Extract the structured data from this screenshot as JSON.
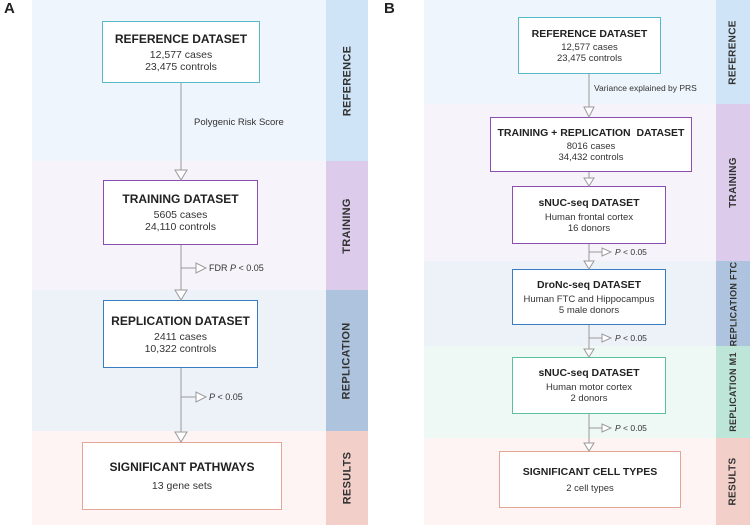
{
  "colors": {
    "reference": "#dcecfa",
    "reference_side": "#c5e0f5",
    "training": "#f4eff9",
    "training_side": "#dcc9ec",
    "replication": "#e8eef7",
    "replication_side": "#a9c1dc",
    "results": "#fbeeee",
    "results_side": "#f0cdc8",
    "replication_m1": "#e2f4ee",
    "replication_m1_side": "#b5e2d4",
    "box_reference": "#55b9c9",
    "box_training": "#8a4db0",
    "box_replication": "#3a7cc0",
    "box_results": "#e0a090",
    "box_m1": "#5cc0a0",
    "arrow": "#999999"
  },
  "panel_a": {
    "letter": "A",
    "sides": {
      "reference": "REFERENCE",
      "training": "TRAINING",
      "replication": "REPLICATION",
      "results": "RESULTS"
    },
    "reference_box": {
      "title": "REFERENCE DATASET",
      "line1": "12,577 cases",
      "line2": "23,475 controls"
    },
    "arrow1_label": "Polygenic Risk Score",
    "training_box": {
      "title": "TRAINING DATASET",
      "line1": "5605 cases",
      "line2": "24,110 controls"
    },
    "arrow2_label_prefix": "FDR ",
    "arrow2_label_italic": "P",
    "arrow2_label_suffix": " < 0.05",
    "replication_box": {
      "title": "REPLICATION DATASET",
      "line1": "2411 cases",
      "line2": "10,322 controls"
    },
    "arrow3_label_italic": "P",
    "arrow3_label_suffix": " < 0.05",
    "results_box": {
      "title": "SIGNIFICANT PATHWAYS",
      "line1": "13 gene sets"
    }
  },
  "panel_b": {
    "letter": "B",
    "sides": {
      "reference": "REFERENCE",
      "training": "TRAINING",
      "replication_ftc": "REPLICATION FTC",
      "replication_m1": "REPLICATION M1",
      "results": "RESULTS"
    },
    "reference_box": {
      "title": "REFERENCE DATASET",
      "line1": "12,577 cases",
      "line2": "23,475 controls"
    },
    "arrow1_label": "Variance explained by PRS",
    "training_box": {
      "title": "TRAINING + REPLICATION  DATASET",
      "line1": "8016 cases",
      "line2": "34,432 controls"
    },
    "snuc_box": {
      "title": "sNUC-seq DATASET",
      "line1": "Human frontal cortex",
      "line2": "16 donors"
    },
    "arrow2_label_italic": "P",
    "arrow2_label_suffix": " < 0.05",
    "dronc_box": {
      "title": "DroNc-seq DATASET",
      "line1": "Human FTC and Hippocampus",
      "line2": "5 male donors"
    },
    "arrow3_label_italic": "P",
    "arrow3_label_suffix": " < 0.05",
    "m1_box": {
      "title": "sNUC-seq DATASET",
      "line1": "Human motor cortex",
      "line2": "2 donors"
    },
    "arrow4_label_italic": "P",
    "arrow4_label_suffix": " < 0.05",
    "results_box": {
      "title": "SIGNIFICANT CELL TYPES",
      "line1": "2 cell types"
    }
  }
}
